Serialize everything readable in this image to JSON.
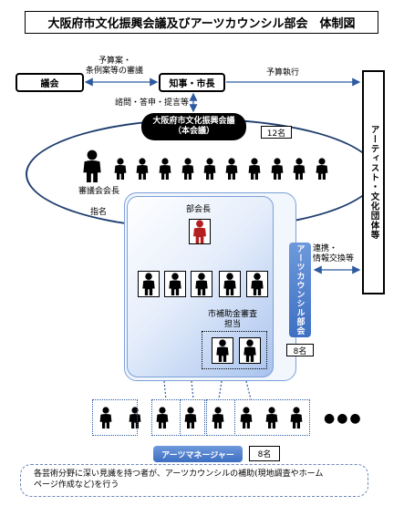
{
  "title": "大阪府市文化振興会議及びアーツカウンシル部会　体制図",
  "nodes": {
    "gikai": "議会",
    "chiji": "知事・市長",
    "honkaigi_line1": "大阪府市文化振興会議",
    "honkaigi_line2": "（本会議）",
    "honkaigi_count": "12名",
    "artists": "アーティスト・文化団体等",
    "bukai_banner": "アーツカウンシル部会",
    "bukai_count": "8名",
    "art_manager": "アーツマネージャー",
    "art_manager_count": "8名"
  },
  "edges": {
    "gikai_chiji_line1": "予算案・",
    "gikai_chiji_line2": "条例案等の審議",
    "budget": "予算執行",
    "consult": "諮問・答申・提言等",
    "appoint": "指名",
    "liaison_line1": "連携・",
    "liaison_line2": "情報交換等"
  },
  "labels": {
    "shingikai_chair": "審議会会長",
    "bukaicho": "部会長",
    "subsidy_line1": "市補助金審査",
    "subsidy_line2": "担当",
    "ellipsis": "●●●"
  },
  "note_line1": "各芸術分野に深い見識を持つ者が、アーツカウンシルの補助(現地調査やホーム",
  "note_line2": "ページ作成など)を行う",
  "colors": {
    "accent_blue": "#3d6fc2",
    "chair_red": "#b3201f",
    "ellipse_border": "#1f3e6e"
  }
}
